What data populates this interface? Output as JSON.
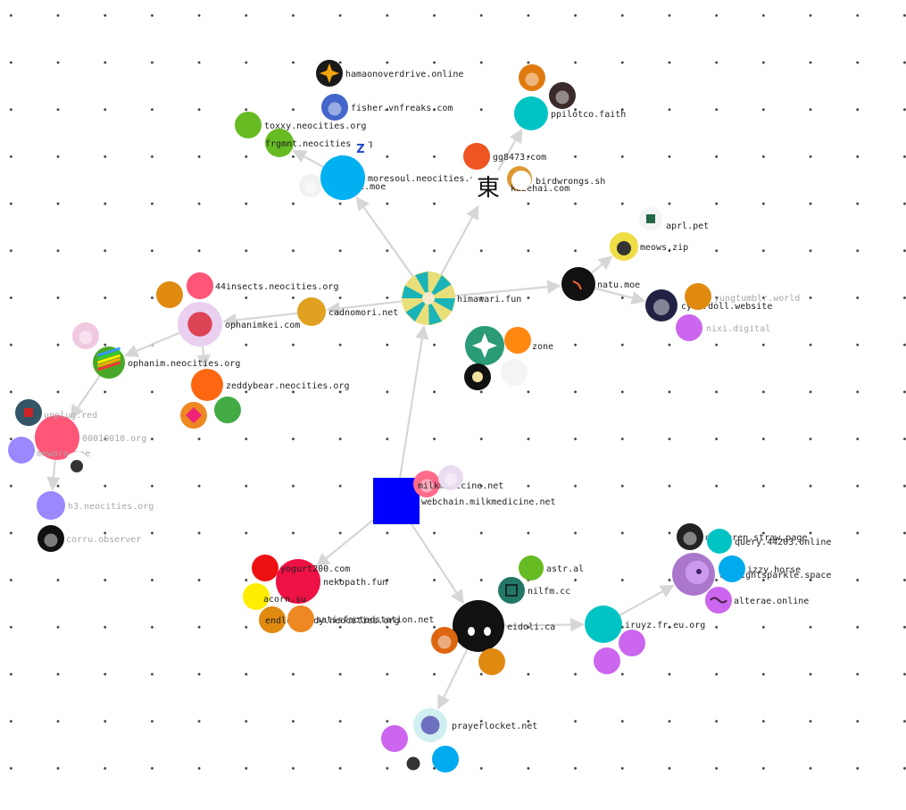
{
  "colors": {
    "edge": "#d6d6d6",
    "label": "#222222",
    "label_dim": "#a8a8a8"
  },
  "nodes": [
    {
      "id": "himawari",
      "label": "himawari.fun",
      "r": 30,
      "color": "#e8df7a",
      "icon": "sunflower-icon"
    },
    {
      "id": "webchain",
      "label": "webchain.milkmedicine.net",
      "shape": "square",
      "r": 26,
      "color": "#0000ff",
      "icon": "square-icon"
    },
    {
      "id": "milkmedicine",
      "label": "milkmedicine.net",
      "r": 15,
      "color": "#ff6b8a",
      "icon": "avatar-icon"
    },
    {
      "id": "milkmedicine_img",
      "label": "",
      "r": 14,
      "color": "#e9dcef",
      "icon": "avatar-icon"
    },
    {
      "id": "mouette",
      "label": "mouette.moe",
      "r": 13,
      "color": "#f2f2f2",
      "icon": "avatar-icon"
    },
    {
      "id": "moresoul",
      "label": "moresoul.neocities.org",
      "r": 25,
      "color": "#00b0f0",
      "icon": "circle-icon"
    },
    {
      "id": "frgmnt",
      "label": "frgmnt.neocities.org",
      "r": 16,
      "color": "#66bb22",
      "icon": "circle-icon"
    },
    {
      "id": "toxxy",
      "label": "toxxy.neocities.org",
      "r": 15,
      "color": "#66bb22",
      "icon": "circle-icon"
    },
    {
      "id": "fisher",
      "label": "fisher.vnfreaks.com",
      "r": 15,
      "color": "#4466cc",
      "icon": "avatar-icon"
    },
    {
      "id": "hamaon",
      "label": "hamaonoverdrive.online",
      "r": 15,
      "color": "#1a1a1a",
      "icon": "star-icon"
    },
    {
      "id": "zt_badge",
      "label": "",
      "r": 11,
      "color": "#ffffff",
      "icon": "zt-badge-icon"
    },
    {
      "id": "touhou",
      "label": "",
      "r": 22,
      "color": "#ffffff",
      "icon": "kanji-badge-icon"
    },
    {
      "id": "gg8473",
      "label": "gg8473.com",
      "r": 15,
      "color": "#ee5522",
      "icon": "phone-icon"
    },
    {
      "id": "kazehai",
      "label": "kazehai.com",
      "r": 14,
      "color": "#dd9933",
      "icon": "avatar-icon"
    },
    {
      "id": "birdwrongs",
      "label": "birdwrongs.sh",
      "r": 11,
      "color": "#ffffff",
      "icon": "bird-icon"
    },
    {
      "id": "ppilotco",
      "label": "ppilotco.faith",
      "r": 19,
      "color": "#00c4c4",
      "icon": "circle-icon"
    },
    {
      "id": "ppilot_a",
      "label": "",
      "r": 15,
      "color": "#e07a10",
      "icon": "avatar-icon"
    },
    {
      "id": "ppilot_b",
      "label": "",
      "r": 15,
      "color": "#3a2a2a",
      "icon": "avatar-icon"
    },
    {
      "id": "natu",
      "label": "natu.moe",
      "r": 19,
      "color": "#111111",
      "icon": "clock-icon"
    },
    {
      "id": "meows",
      "label": "meows.zip",
      "r": 16,
      "color": "#eedd44",
      "icon": "cat-icon"
    },
    {
      "id": "aprl",
      "label": "aprl.pet",
      "r": 13,
      "color": "#f4f4f4",
      "icon": "box-icon"
    },
    {
      "id": "cyberdoll",
      "label": "cyberdoll.website",
      "r": 18,
      "color": "#222244",
      "icon": "avatar-icon"
    },
    {
      "id": "yung",
      "label": "yungtumblr.world",
      "r": 15,
      "color": "#e08a10",
      "icon": "circle-icon",
      "dim": true
    },
    {
      "id": "nixi",
      "label": "nixi.digital",
      "r": 15,
      "color": "#cc66ee",
      "icon": "circle-icon",
      "dim": true
    },
    {
      "id": "cadnomori",
      "label": "cadnomori.net",
      "r": 16,
      "color": "#e0a020",
      "icon": "shell-icon"
    },
    {
      "id": "ophanimkei",
      "label": "ophanimkei.com",
      "r": 25,
      "color": "#ead0f0",
      "icon": "heart-icon"
    },
    {
      "id": "insects",
      "label": "44insects.neocities.org",
      "r": 15,
      "color": "#ff5577",
      "icon": "circle-icon"
    },
    {
      "id": "orange_op",
      "label": "",
      "r": 15,
      "color": "#e08a10",
      "icon": "circle-icon"
    },
    {
      "id": "ophanimneo",
      "label": "ophanim.neocities.org",
      "r": 18,
      "color": "#4aa828",
      "icon": "rainbow-icon"
    },
    {
      "id": "pink_op",
      "label": "",
      "r": 15,
      "color": "#f0c8e0",
      "icon": "avatar-icon"
    },
    {
      "id": "zeddy",
      "label": "zeddybear.neocities.org",
      "r": 18,
      "color": "#ff6611",
      "icon": "circle-icon"
    },
    {
      "id": "zeddy_a",
      "label": "",
      "r": 15,
      "color": "#ee8822",
      "icon": "gem-icon"
    },
    {
      "id": "zeddy_b",
      "label": "",
      "r": 15,
      "color": "#44aa44",
      "icon": "peach-icon"
    },
    {
      "id": "zone",
      "label": "zone",
      "r": 15,
      "color": "#ff8811",
      "icon": "robot-icon"
    },
    {
      "id": "zone_a",
      "label": "",
      "r": 22,
      "color": "#2a9a77",
      "icon": "sparkle-icon"
    },
    {
      "id": "zone_b",
      "label": "",
      "r": 15,
      "color": "#111111",
      "icon": "sun-icon"
    },
    {
      "id": "zone_c",
      "label": "",
      "r": 15,
      "color": "#f4f4f4",
      "icon": "bus-icon"
    },
    {
      "id": "o10",
      "label": "00010010.org",
      "r": 25,
      "color": "#ff5577",
      "icon": "circle-icon",
      "dim": true
    },
    {
      "id": "unplug",
      "label": "unplug.red",
      "r": 15,
      "color": "#335566",
      "icon": "box-icon",
      "dim": true
    },
    {
      "id": "meworo",
      "label": "meworo.moe",
      "r": 15,
      "color": "#9988ff",
      "icon": "circle-icon",
      "dim": true
    },
    {
      "id": "o10_cat",
      "label": "",
      "r": 14,
      "color": "#ffffff",
      "icon": "cat-icon"
    },
    {
      "id": "h3",
      "label": "h3.neocities.org",
      "r": 16,
      "color": "#9988ff",
      "icon": "circle-icon",
      "dim": true
    },
    {
      "id": "corru",
      "label": "corru.observer",
      "r": 15,
      "color": "#111111",
      "icon": "avatar-icon",
      "dim": true
    },
    {
      "id": "nekopath",
      "label": "nekopath.fun",
      "r": 25,
      "color": "#ee1144",
      "icon": "circle-icon"
    },
    {
      "id": "yogurt",
      "label": "yogurt200.com",
      "r": 15,
      "color": "#ee1111",
      "icon": "circle-icon"
    },
    {
      "id": "acorn",
      "label": "acorn.su",
      "r": 15,
      "color": "#ffee00",
      "icon": "circle-icon"
    },
    {
      "id": "endlessbody",
      "label": "endlessbody.neocities.org",
      "r": 15,
      "color": "#e08a10",
      "icon": "circle-icon"
    },
    {
      "id": "satisfaction",
      "label": "satisfactedstation.net",
      "r": 15,
      "color": "#ee8822",
      "icon": "banner-icon"
    },
    {
      "id": "eidoli",
      "label": "eidoli.ca",
      "r": 29,
      "color": "#111111",
      "icon": "face-icon"
    },
    {
      "id": "astral",
      "label": "astr.al",
      "r": 14,
      "color": "#66bb22",
      "icon": "circle-icon"
    },
    {
      "id": "nilfm",
      "label": "nilfm.cc",
      "r": 15,
      "color": "#227766",
      "icon": "circuit-icon"
    },
    {
      "id": "eidoli_a",
      "label": "",
      "r": 15,
      "color": "#dd6611",
      "icon": "avatar-icon"
    },
    {
      "id": "eidoli_b",
      "label": "",
      "r": 15,
      "color": "#e08a10",
      "icon": "circle-icon"
    },
    {
      "id": "prayerlocket",
      "label": "prayerlocket.net",
      "r": 19,
      "color": "#cfeff0",
      "icon": "locket-icon"
    },
    {
      "id": "pray_a",
      "label": "",
      "r": 15,
      "color": "#cc66ee",
      "icon": "circle-icon"
    },
    {
      "id": "pray_b",
      "label": "",
      "r": 15,
      "color": "#ffffff",
      "icon": "cat-icon"
    },
    {
      "id": "pray_c",
      "label": "",
      "r": 15,
      "color": "#00aaee",
      "icon": "circle-icon"
    },
    {
      "id": "iruyz",
      "label": "iruyz.fr.eu.org",
      "r": 21,
      "color": "#00c4c4",
      "icon": "circle-icon"
    },
    {
      "id": "iruyz_a",
      "label": "",
      "r": 15,
      "color": "#cc66ee",
      "icon": "circle-icon"
    },
    {
      "id": "iruyz_b",
      "label": "",
      "r": 15,
      "color": "#cc66ee",
      "icon": "circle-icon"
    },
    {
      "id": "twilight",
      "label": "twilightsparkle.space",
      "r": 24,
      "color": "#aa77cc",
      "icon": "pony-icon"
    },
    {
      "id": "dhalgren",
      "label": "dhalgren.straw.page",
      "r": 15,
      "color": "#222222",
      "icon": "avatar-icon"
    },
    {
      "id": "query",
      "label": "query.44203.online",
      "r": 14,
      "color": "#00c4c4",
      "icon": "circle-icon"
    },
    {
      "id": "izzy",
      "label": "izzy.horse",
      "r": 15,
      "color": "#00aaee",
      "icon": "circle-icon"
    },
    {
      "id": "alterae",
      "label": "alterae.online",
      "r": 15,
      "color": "#cc66ee",
      "icon": "wave-icon"
    }
  ],
  "edges": [
    {
      "from": "webchain",
      "to": "himawari"
    },
    {
      "from": "himawari",
      "to": "moresoul"
    },
    {
      "from": "moresoul",
      "to": "frgmnt"
    },
    {
      "from": "himawari",
      "to": "touhou"
    },
    {
      "from": "touhou",
      "to": "ppilotco"
    },
    {
      "from": "himawari",
      "to": "natu"
    },
    {
      "from": "natu",
      "to": "meows"
    },
    {
      "from": "natu",
      "to": "cyberdoll"
    },
    {
      "from": "himawari",
      "to": "cadnomori"
    },
    {
      "from": "cadnomori",
      "to": "ophanimkei"
    },
    {
      "from": "ophanimkei",
      "to": "ophanimneo"
    },
    {
      "from": "ophanimkei",
      "to": "zeddy"
    },
    {
      "from": "ophanimneo",
      "to": "o10"
    },
    {
      "from": "o10",
      "to": "h3"
    },
    {
      "from": "webchain",
      "to": "nekopath"
    },
    {
      "from": "webchain",
      "to": "eidoli"
    },
    {
      "from": "eidoli",
      "to": "iruyz"
    },
    {
      "from": "iruyz",
      "to": "twilight"
    },
    {
      "from": "eidoli",
      "to": "prayerlocket"
    }
  ]
}
